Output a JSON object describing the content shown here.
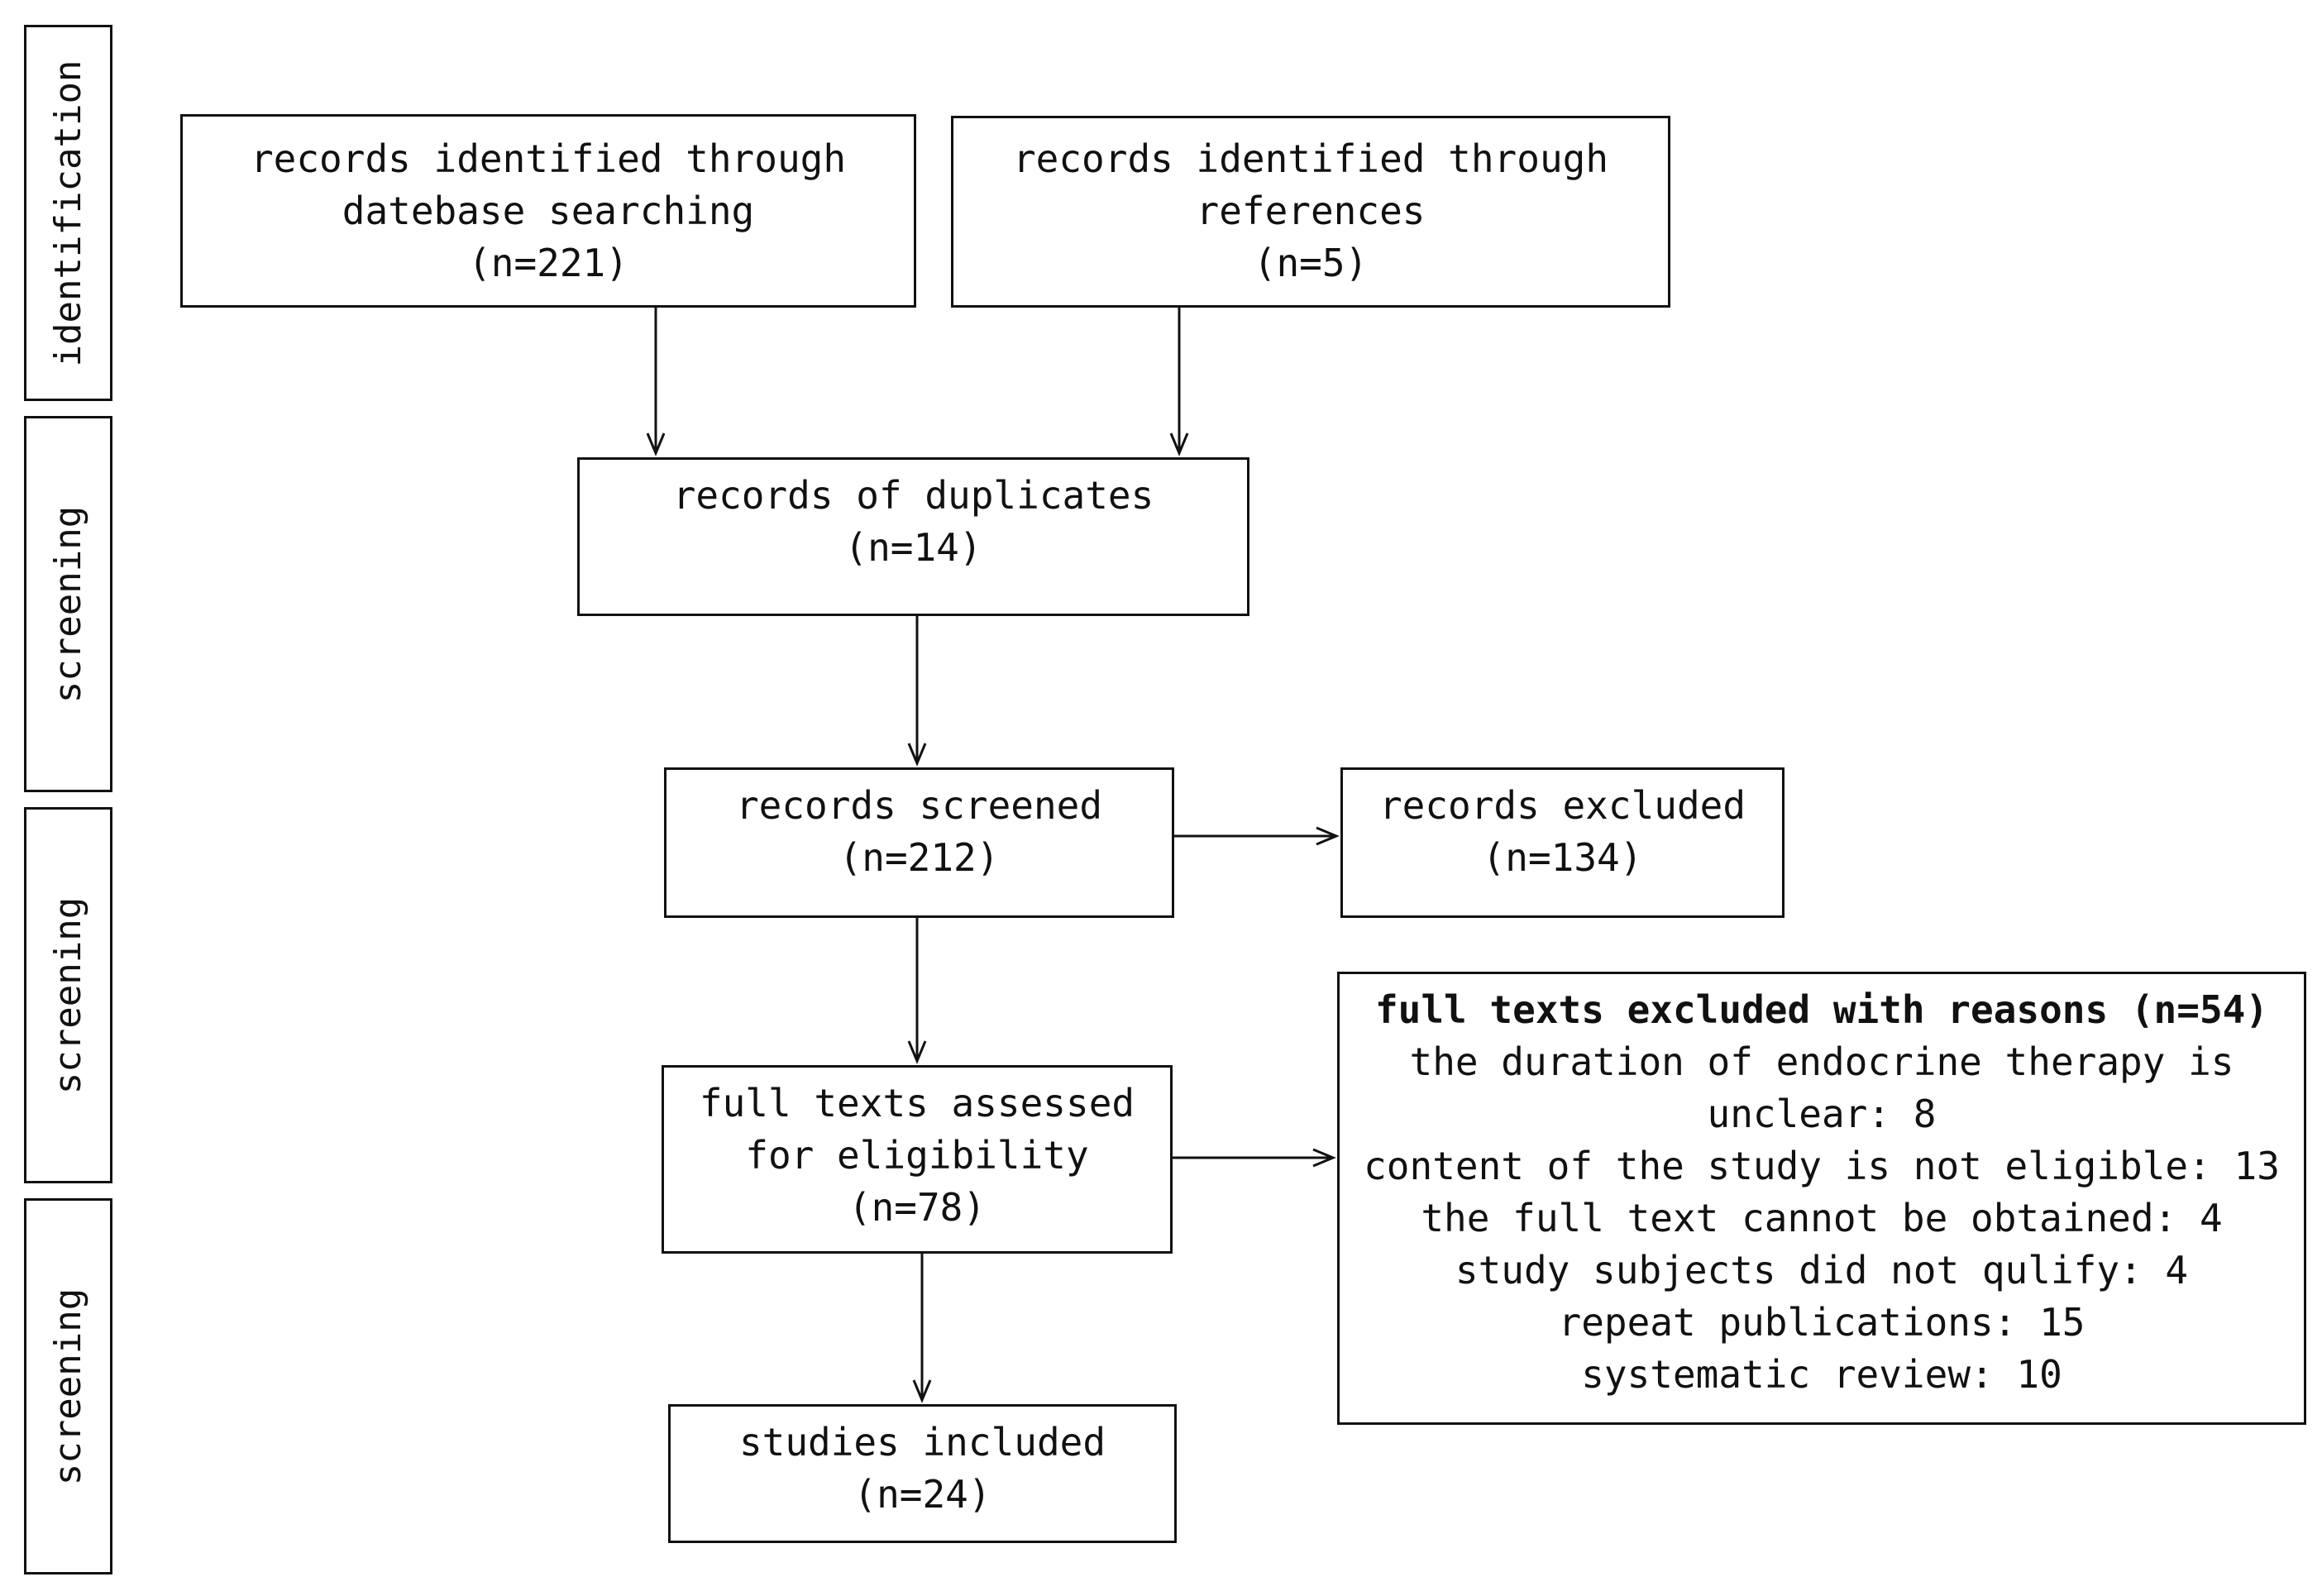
{
  "stages": [
    {
      "label": "identification"
    },
    {
      "label": "screening"
    },
    {
      "label": "screening"
    },
    {
      "label": "screening"
    }
  ],
  "boxes": {
    "database_search": {
      "lines": [
        "records identified through",
        "datebase searching",
        "(n=221)"
      ]
    },
    "references": {
      "lines": [
        "records identified through",
        "references",
        "(n=5)"
      ]
    },
    "duplicates": {
      "lines": [
        "records of duplicates",
        "(n=14)"
      ]
    },
    "screened": {
      "lines": [
        "records screened",
        "(n=212)"
      ]
    },
    "excluded": {
      "lines": [
        "records excluded",
        "(n=134)"
      ]
    },
    "fulltext": {
      "lines": [
        "full texts assessed",
        "for eligibility",
        "(n=78)"
      ]
    },
    "reasons": {
      "title": "full texts excluded with reasons (n=54)",
      "lines": [
        "the duration of endocrine therapy is",
        "unclear: 8",
        "content of the study is not eligible: 13",
        "the full text cannot be obtained: 4",
        "study subjects did not qulify: 4",
        "repeat publications: 15",
        "systematic review: 10"
      ]
    },
    "included": {
      "lines": [
        "studies included",
        "(n=24)"
      ]
    }
  }
}
